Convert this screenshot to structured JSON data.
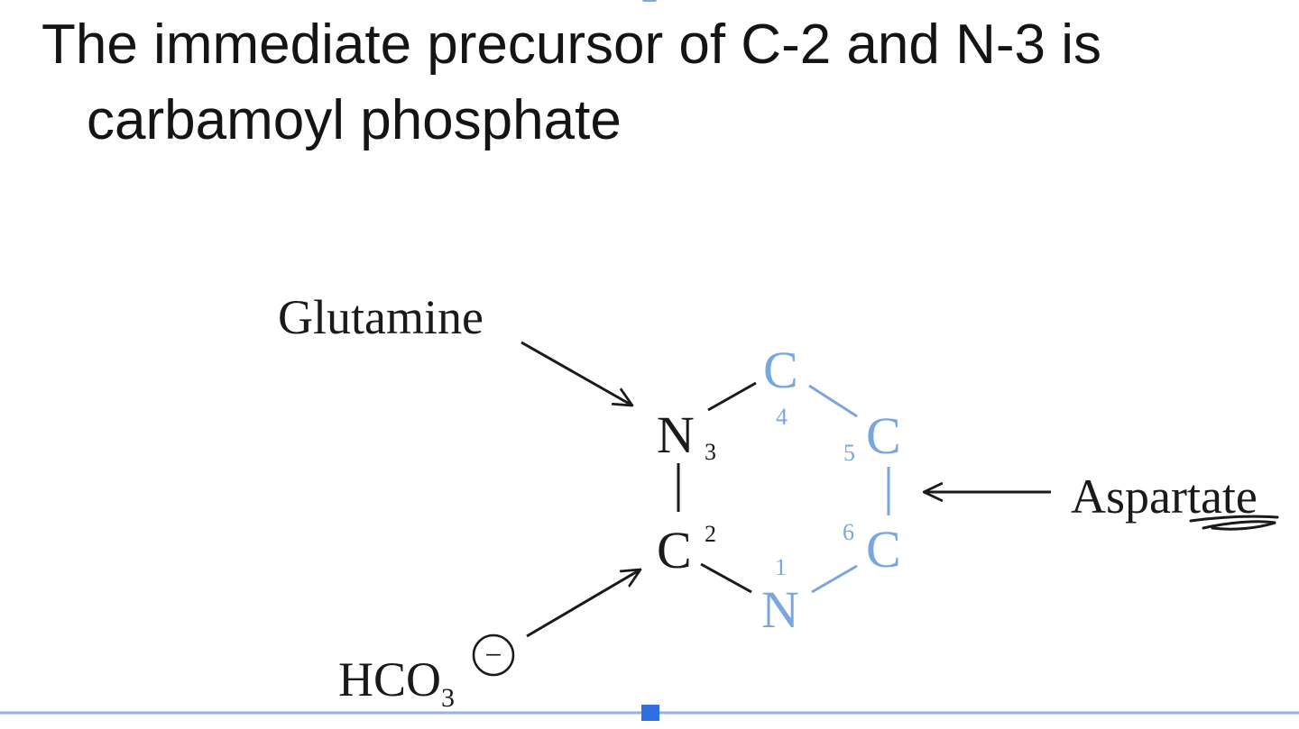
{
  "heading": {
    "line1": "The immediate precursor of C-2 and N-3 is",
    "line2": "carbamoyl phosphate"
  },
  "diagram": {
    "sources": {
      "glutamine": "Glutamine",
      "aspartate": "Aspartate",
      "bicarbonate": {
        "base": "HCO",
        "subscript": "3",
        "charge": "−"
      }
    },
    "ring_atoms": [
      {
        "id": "n3",
        "element": "N",
        "number": "3",
        "origin": "glutamine"
      },
      {
        "id": "c4",
        "element": "C",
        "number": "4",
        "origin": "aspartate"
      },
      {
        "id": "c5",
        "element": "C",
        "number": "5",
        "origin": "aspartate"
      },
      {
        "id": "c6",
        "element": "C",
        "number": "6",
        "origin": "aspartate"
      },
      {
        "id": "n1",
        "element": "N",
        "number": "1",
        "origin": "aspartate"
      },
      {
        "id": "c2",
        "element": "C",
        "number": "2",
        "origin": "bicarbonate"
      }
    ],
    "colors": {
      "text": "#1a1a1a",
      "aspartate_atoms": "#7aa6e0",
      "arrows": "#1a1a1a",
      "selection": "#2f6fe0",
      "selection_line": "#8fb3ef"
    }
  }
}
